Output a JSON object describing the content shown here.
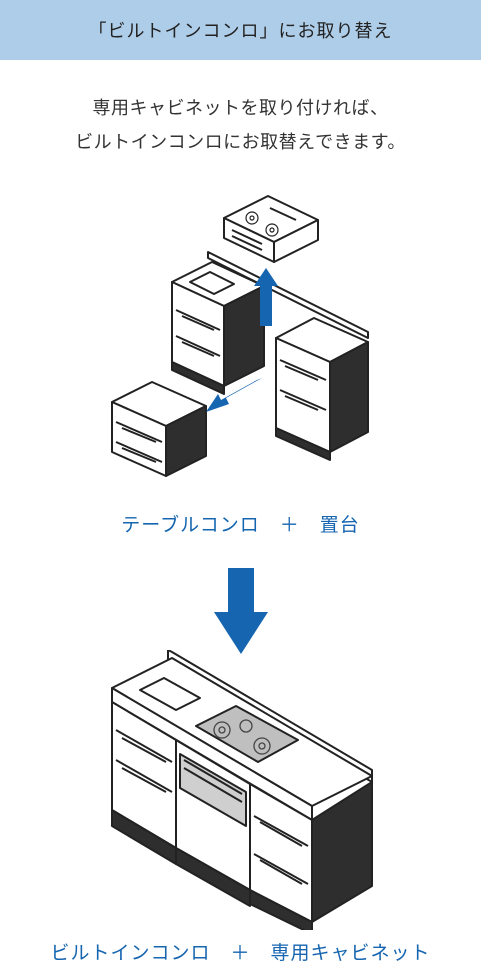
{
  "header": {
    "title": "「ビルトインコンロ」にお取り替え"
  },
  "lead": {
    "line1": "専用キャビネットを取り付ければ、",
    "line2": "ビルトインコンロにお取替えできます。"
  },
  "before_caption": "テーブルコンロ　＋　置台",
  "after_caption": "ビルトインコンロ　＋　専用キャビネット",
  "colors": {
    "header_bg": "#aecde8",
    "accent": "#1565b0",
    "dark": "#2e2e2e"
  }
}
